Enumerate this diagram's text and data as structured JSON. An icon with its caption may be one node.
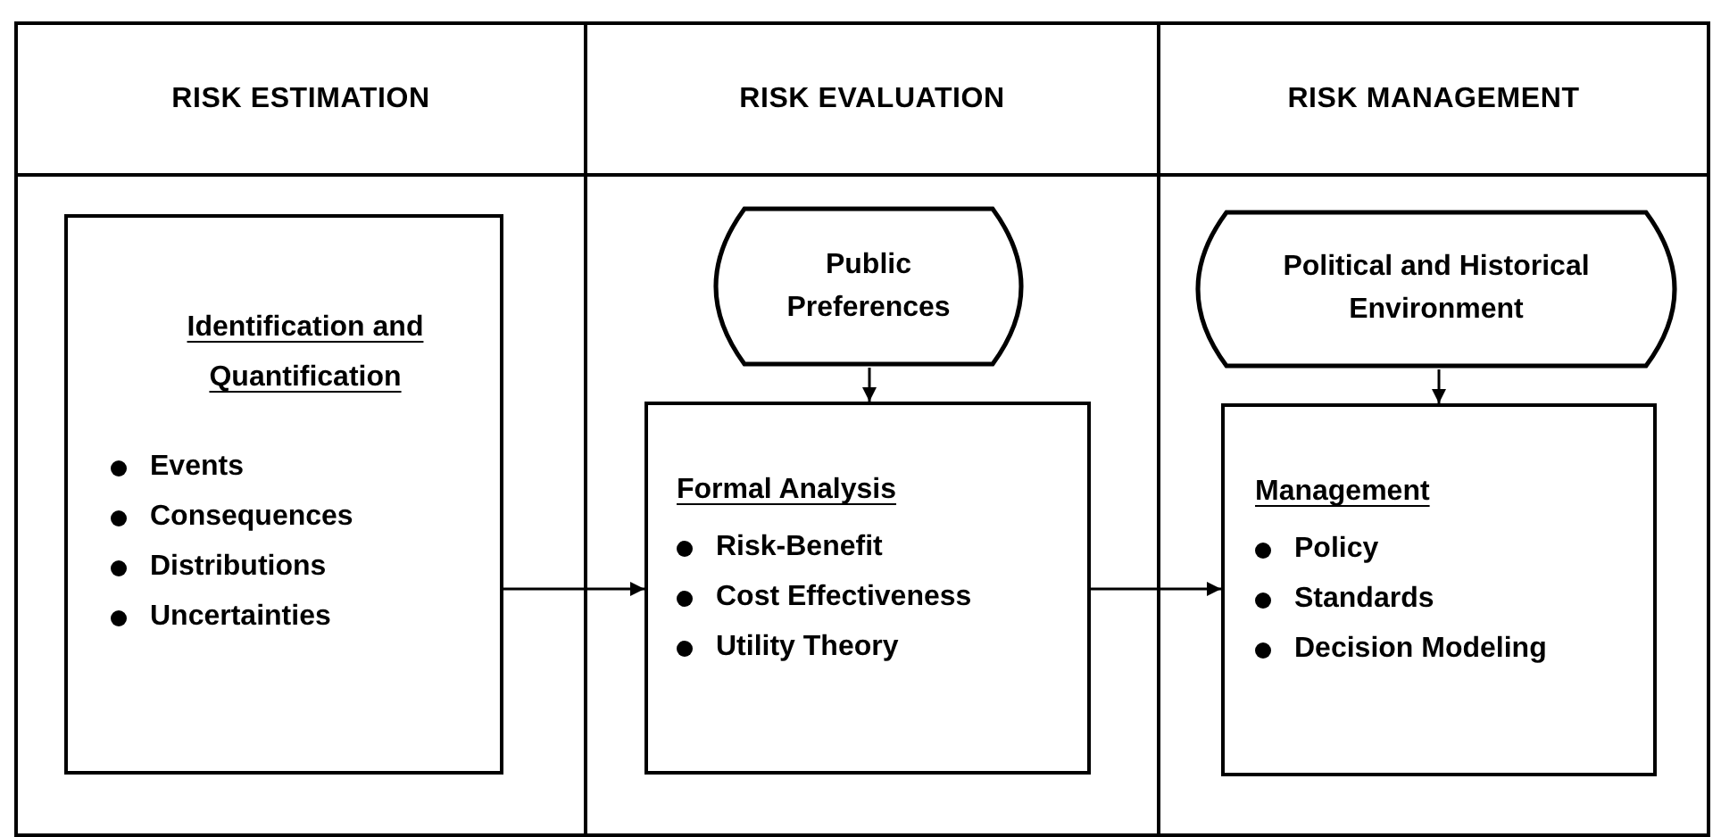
{
  "diagram": {
    "nodes": [
      {
        "text": [
          "RISK ESTIMATION"
        ]
      },
      {
        "text": [
          "RISK EVALUATION"
        ]
      },
      {
        "text": [
          "RISK MANAGEMENT"
        ]
      },
      {
        "text": [
          "Identification and Quantification",
          "Events",
          "Consequences",
          "Distributions",
          "Uncertainties"
        ],
        "in": 0
      },
      {
        "text": [
          "Public Preferences"
        ],
        "in": 1
      },
      {
        "text": [
          "Formal Analysis",
          "Risk-Benefit",
          "Cost Effectiveness",
          "Utility Theory"
        ],
        "in": 1
      },
      {
        "text": [
          "Political and Historical Environment"
        ],
        "in": 2
      },
      {
        "text": [
          "Management",
          "Policy",
          "Standards",
          "Decision Modeling"
        ],
        "in": 2
      }
    ],
    "edges": [
      {
        "from": 3,
        "to": 5,
        "arrow": "to"
      },
      {
        "from": 4,
        "to": 5,
        "arrow": "to"
      },
      {
        "from": 6,
        "to": 7,
        "arrow": "to"
      },
      {
        "from": 5,
        "to": 7,
        "arrow": "to"
      }
    ]
  }
}
